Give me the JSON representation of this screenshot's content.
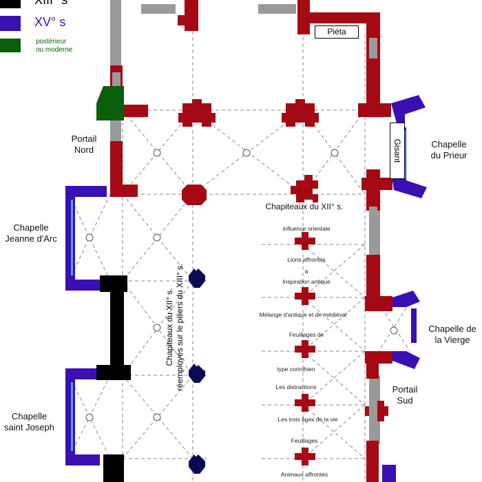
{
  "legend": {
    "items": [
      {
        "label": "XIII° s",
        "color": "#000000"
      },
      {
        "label": "XV° s",
        "color": "#3a0fb4"
      },
      {
        "label": "postérieur\nou moderne",
        "color": "#0b5e0b"
      }
    ]
  },
  "colors": {
    "romanesque": "#a50a14",
    "thirteenth": "#000000",
    "fifteenth": "#3a0fb4",
    "modern": "#0b5e0b",
    "wall_gray": "#9a9a9a",
    "window_blue": "#4aa3ff",
    "vault_lines": "#8a8a8a"
  },
  "labels": {
    "portail_nord": "Portail\nNord",
    "chapelle_jeanne": "Chapelle\nJeanne d'Arc",
    "chapelle_joseph": "Chapelle\nsaint Joseph",
    "chapelle_prieur": "Chapelle\ndu Prieur",
    "chapelle_vierge": "Chapelle de\nla Vierge",
    "portail_sud": "Portail\nSud",
    "pieta": "Piéta",
    "gisant": "Gisant",
    "chapiteaux_title": "Chapiteaux du XII° s.",
    "chapiteaux_reemployes": "Chapiteaux du XII° s.\nréemployés sur le piliers du XIII° s."
  },
  "capitals": [
    "influence orientale",
    "Lions affrontés",
    "à",
    "Inspiration antique",
    "Mélange d'antique et de médiéval",
    "Feuillages de",
    "type corinthien",
    "Les distractions",
    "Les trois âges de la vie",
    "Feuillages",
    "Animaux affrontés"
  ]
}
